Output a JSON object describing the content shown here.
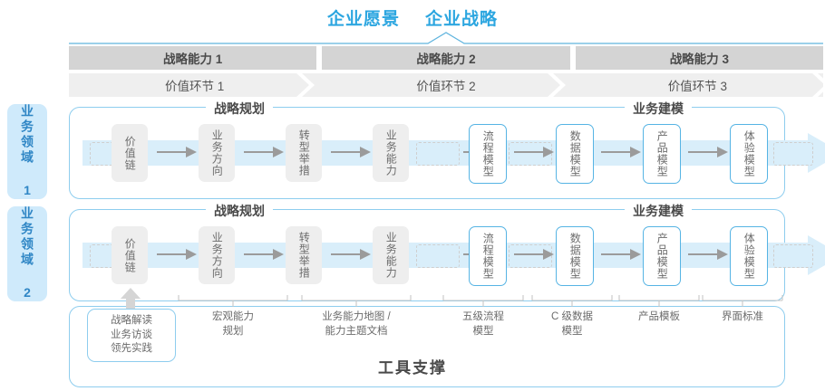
{
  "header": {
    "vision_titles": [
      "企业愿景",
      "企业战略"
    ],
    "capabilities": [
      "战略能力 1",
      "战略能力 2",
      "战略能力 3"
    ],
    "value_chains": [
      "价值环节 1",
      "价值环节 2",
      "价值环节 3"
    ]
  },
  "side_labels": [
    {
      "text": "业务领域 1"
    },
    {
      "text": "业务领域 2"
    }
  ],
  "sections": {
    "planning_title": "战略规划",
    "modeling_title": "业务建模"
  },
  "nodes": {
    "planning": [
      "价值链",
      "业务方向",
      "转型举措",
      "业务能力"
    ],
    "modeling": [
      "流程模型",
      "数据模型",
      "产品模型",
      "体验模型"
    ]
  },
  "annotations": {
    "boxed": "战略解读\n业务访谈\n领先实践",
    "boxed_lines": [
      "战略解读",
      "业务访谈",
      "领先实践"
    ],
    "items": [
      {
        "lines": [
          "宏观能力",
          "规划"
        ]
      },
      {
        "lines": [
          "业务能力地图 /",
          "能力主题文档"
        ]
      },
      {
        "lines": [
          "五级流程",
          "模型"
        ]
      },
      {
        "lines": [
          "C 级数据",
          "模型"
        ]
      },
      {
        "lines": [
          "产品模板"
        ]
      },
      {
        "lines": [
          "界面标准"
        ]
      }
    ]
  },
  "footer": {
    "tool_title": "工具支撑"
  },
  "colors": {
    "accent_blue": "#2ca6e0",
    "border_blue": "#8ecdee",
    "node_blue": "#56b4e4",
    "band_blue": "#d9eefa",
    "bar_dark": "#d4d4d4",
    "bar_light": "#efefef",
    "side_bg": "#cfeafb",
    "side_text": "#2f86c5",
    "text_gray": "#6b6b6b"
  }
}
